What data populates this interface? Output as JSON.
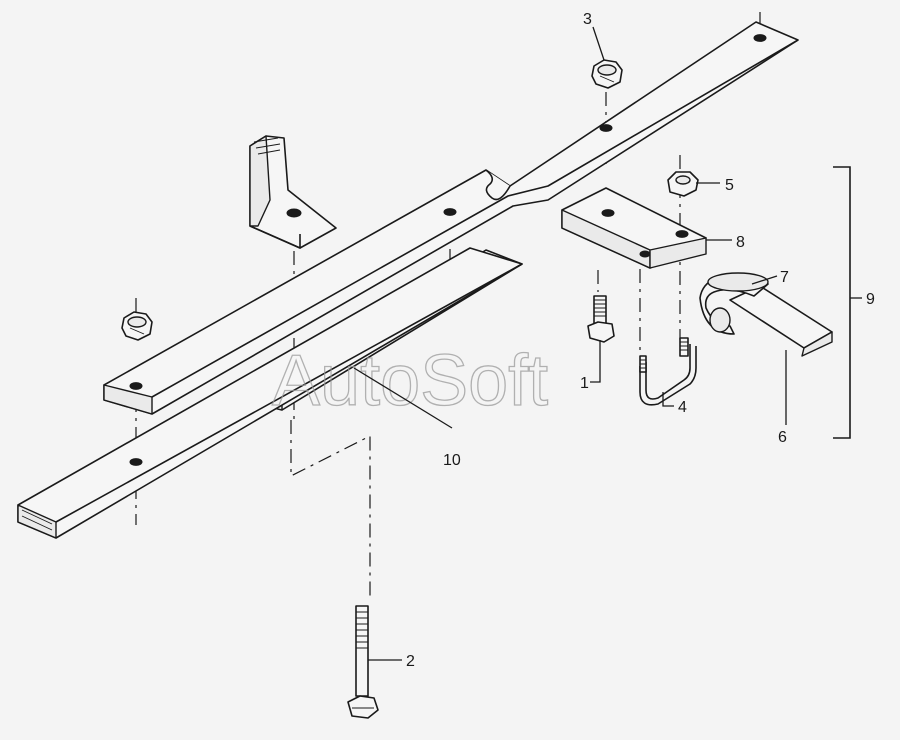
{
  "watermark": "AutoSoft",
  "callouts": {
    "c1": "1",
    "c2": "2",
    "c3": "3",
    "c4": "4",
    "c5": "5",
    "c6": "6",
    "c7": "7",
    "c8": "8",
    "c9": "9",
    "c10": "10"
  },
  "colors": {
    "ink": "#1a1a1a",
    "paper": "#f4f4f4",
    "watermark": "#9a9a9a"
  }
}
